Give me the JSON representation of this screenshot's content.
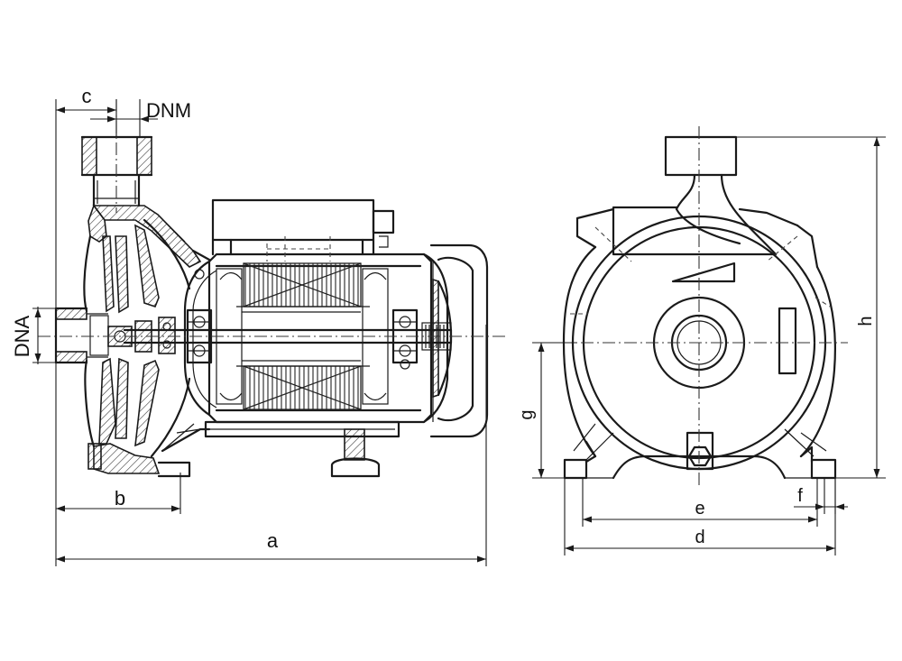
{
  "labels": {
    "c": "c",
    "dnm": "DNM",
    "dna": "DNA",
    "b": "b",
    "a": "a",
    "h": "h",
    "g": "g",
    "e": "e",
    "f": "f",
    "d": "d"
  },
  "colors": {
    "line": "#1a1a1a",
    "background": "#ffffff"
  }
}
